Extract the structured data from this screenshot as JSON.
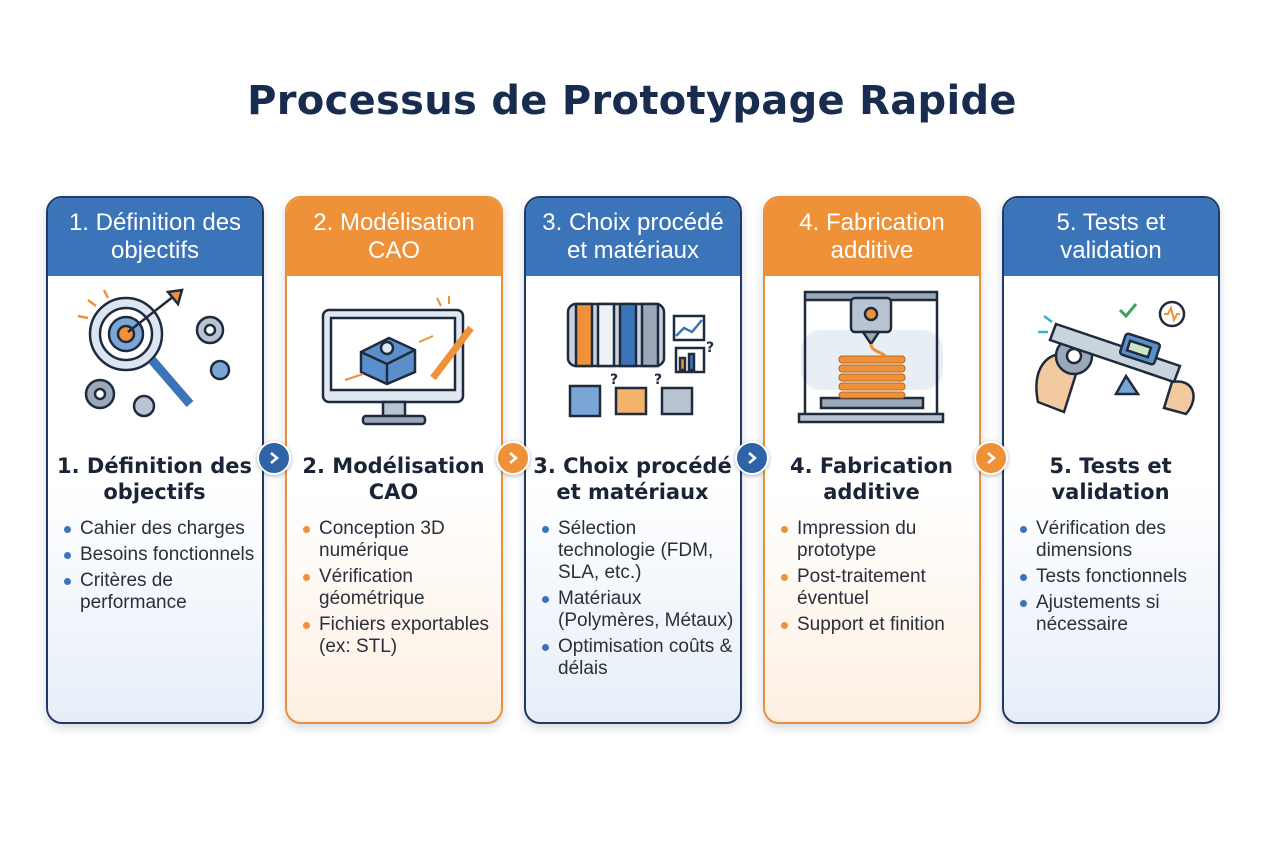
{
  "title": "Processus de Prototypage Rapide",
  "colors": {
    "blue": "#3b74b8",
    "orange": "#ee9138",
    "navy": "#1f3a66"
  },
  "steps": [
    {
      "header": "1. Définition des objectifs",
      "subtitle": "1. Définition des objectifs",
      "icon": "target-gears-magnifier-icon",
      "theme": "blue",
      "bullets": [
        "Cahier des charges",
        "Besoins fonctionnels",
        "Critères de performance"
      ]
    },
    {
      "header": "2. Modélisation CAO",
      "subtitle": "2. Modélisation CAO",
      "icon": "cad-monitor-icon",
      "theme": "orange",
      "bullets": [
        "Conception 3D numérique",
        "Vérification géométrique",
        "Fichiers exportables (ex: STL)"
      ]
    },
    {
      "header": "3. Choix procédé et matériaux",
      "subtitle": "3. Choix procédé et matériaux",
      "icon": "filament-materials-icon",
      "theme": "blue",
      "bullets": [
        "Sélection technologie (FDM, SLA, etc.)",
        "Matériaux (Polymères, Métaux)",
        "Optimisation coûts & délais"
      ]
    },
    {
      "header": "4. Fabrication additive",
      "subtitle": "4. Fabrication additive",
      "icon": "3d-printer-icon",
      "theme": "orange",
      "bullets": [
        "Impression du prototype",
        "Post-traitement éventuel",
        "Support et finition"
      ]
    },
    {
      "header": "5. Tests et validation",
      "subtitle": "5. Tests et validation",
      "icon": "caliper-testing-icon",
      "theme": "blue",
      "bullets": [
        "Vérification des dimensions",
        "Tests fonctionnels",
        "Ajustements si nécessaire"
      ]
    }
  ],
  "connectors": [
    {
      "icon": "chevron-right-icon",
      "theme": "blue"
    },
    {
      "icon": "chevron-right-icon",
      "theme": "orange"
    },
    {
      "icon": "chevron-right-icon",
      "theme": "blue"
    },
    {
      "icon": "chevron-right-icon",
      "theme": "orange"
    }
  ]
}
